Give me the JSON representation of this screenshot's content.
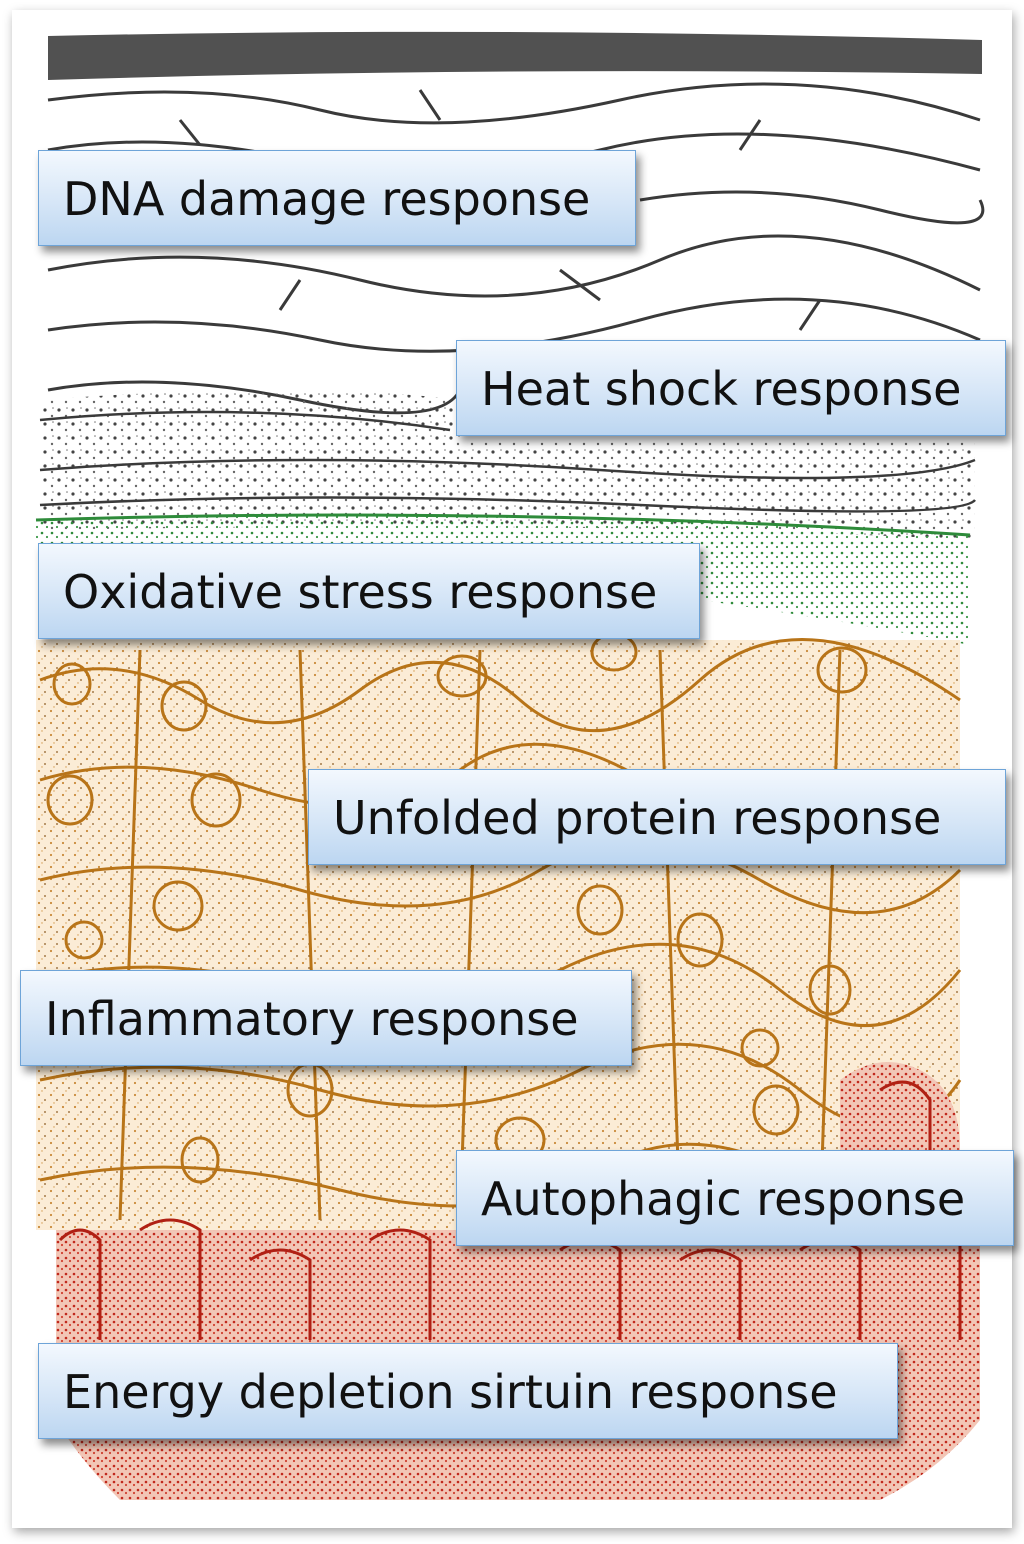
{
  "labels": {
    "dna_damage": "DNA damage response",
    "heat_shock": "Heat shock response",
    "oxidative_stress": "Oxidative stress response",
    "unfolded_protein": "Unfolded protein response",
    "inflammatory": "Inflammatory response",
    "autophagic": "Autophagic response",
    "energy_depletion": "Energy depletion sirtuin response"
  },
  "colors": {
    "label_border": "#6ea4d8",
    "label_fill": "#d6e6f7",
    "top_layer_line": "#333333",
    "stipple_layer": "#555555",
    "green_layer": "#2e8b3a",
    "orange_layer": "#c87a10",
    "orange_fill": "#f7e2c4",
    "red_layer": "#c0281c",
    "red_fill": "#e8a08a"
  }
}
